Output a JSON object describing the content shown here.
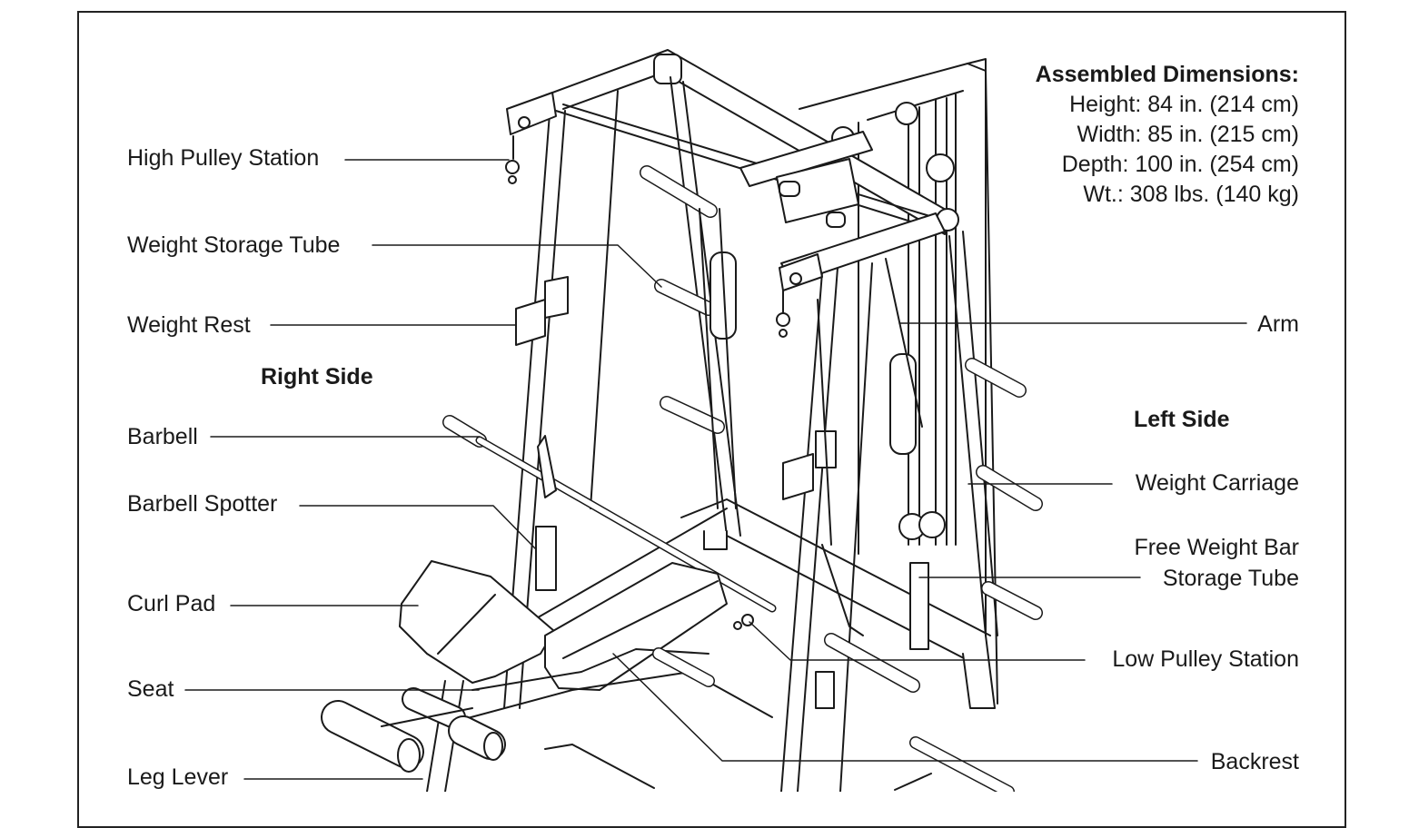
{
  "dimensions": {
    "heading": "Assembled Dimensions:",
    "lines": [
      "Height: 84 in. (214 cm)",
      "Width: 85 in. (215 cm)",
      "Depth: 100 in. (254 cm)",
      "Wt.: 308 lbs. (140 kg)"
    ]
  },
  "sides": {
    "right": "Right Side",
    "left": "Left Side"
  },
  "labels": {
    "high_pulley_station": "High Pulley Station",
    "weight_storage_tube": "Weight Storage Tube",
    "weight_rest": "Weight Rest",
    "barbell": "Barbell",
    "barbell_spotter": "Barbell Spotter",
    "curl_pad": "Curl Pad",
    "seat": "Seat",
    "leg_lever": "Leg Lever",
    "arm": "Arm",
    "weight_carriage": "Weight Carriage",
    "free_weight_bar_storage_tube_1": "Free Weight Bar",
    "free_weight_bar_storage_tube_2": "Storage Tube",
    "low_pulley_station": "Low Pulley Station",
    "backrest": "Backrest"
  },
  "colors": {
    "line": "#1a1a1a",
    "fill": "#ffffff",
    "shade": "#e8e8e8"
  }
}
